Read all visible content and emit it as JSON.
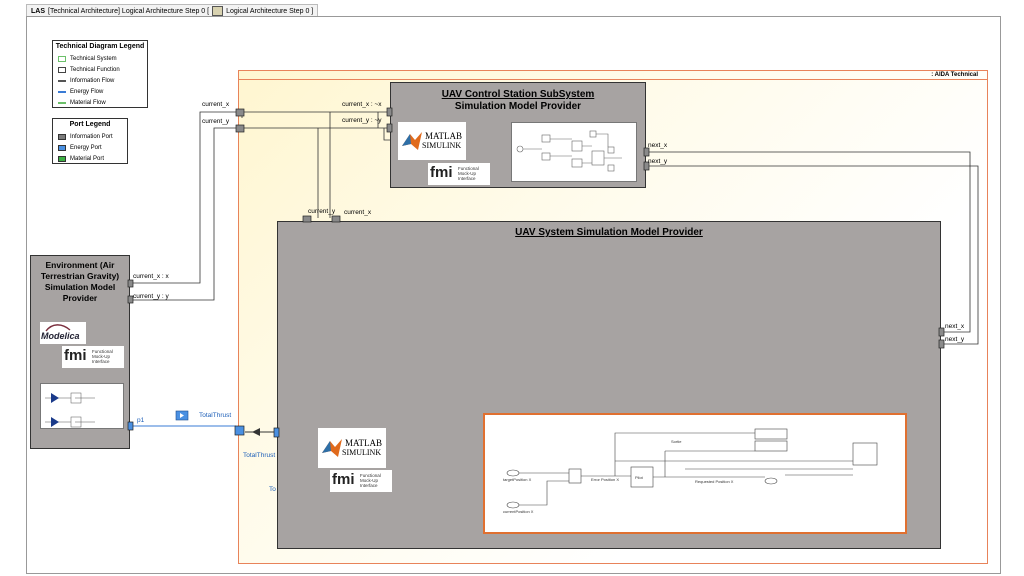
{
  "tab": {
    "prefix": "LAS",
    "label": "[Technical Architecture] Logical Architecture Step 0 [",
    "label2": "Logical Architecture Step 0 ]"
  },
  "tech_legend": {
    "title": "Technical Diagram Legend",
    "items": [
      {
        "label": "Technical System",
        "color": "#6cc06a"
      },
      {
        "label": "Technical Function",
        "color": "#444444"
      },
      {
        "label": "Information Flow",
        "color": "#555555"
      },
      {
        "label": "Energy Flow",
        "color": "#3a7bd5"
      },
      {
        "label": "Material Flow",
        "color": "#6cc06a"
      }
    ]
  },
  "port_legend": {
    "title": "Port Legend",
    "items": [
      {
        "label": "Information Port",
        "color": "#7a7a7a"
      },
      {
        "label": "Energy Port",
        "color": "#4a90e2"
      },
      {
        "label": "Material Port",
        "color": "#3cb043"
      }
    ]
  },
  "aida": {
    "title": ": AIDA Technical"
  },
  "control_station": {
    "title_line1": "UAV Control Station SubSystem",
    "title_line2": "Simulation Model Provider",
    "in_x": "current_x : ~x",
    "in_y": "current_y : ~y",
    "out_x": "next_x",
    "out_y": "next_y"
  },
  "uav_system": {
    "title": "UAV System Simulation Model Provider",
    "in_y": "current_y",
    "in_x": "current_x",
    "out_x": "next_x",
    "out_y": "next_y",
    "thrust_label": "TotalThrust",
    "to_label": "To"
  },
  "environment": {
    "title": "Environment (Air Terrestrian Gravity) Simulation Model Provider",
    "out_x": "current_x : x",
    "out_y": "current_y : y",
    "p1": "p1"
  },
  "wires": {
    "current_x": "current_x",
    "current_y": "current_y",
    "total_thrust": "TotalThrust"
  },
  "logos": {
    "matlab_line1": "MATLAB",
    "matlab_line2": "SIMULINK",
    "fmi": "fmi",
    "fmi_desc": "Functional Mock-Up Interface",
    "modelica": "Modelica"
  },
  "colors": {
    "energy": "#3a7bd5",
    "info_wire": "#333333",
    "block_fill": "#a7a3a2",
    "aida_border": "#e8835a",
    "thumb_border": "#e07030"
  }
}
